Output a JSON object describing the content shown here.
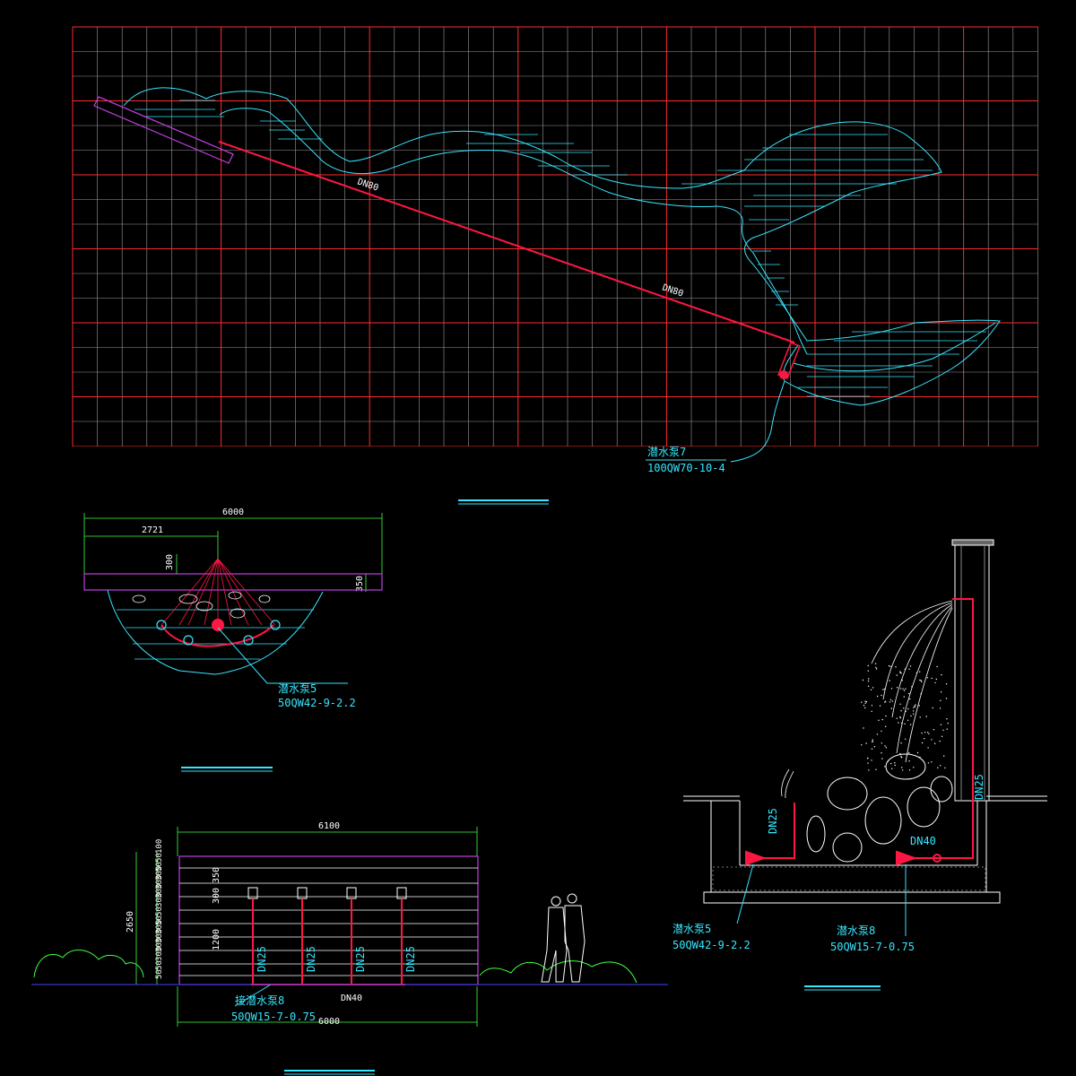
{
  "plan": {
    "pipe_label_1": "DN80",
    "pipe_label_2": "DN80",
    "pump_name": "潜水泵7",
    "pump_model": "100QW70-10-4"
  },
  "section_left": {
    "dim_total": "6000",
    "dim_offset": "2721",
    "dim_vertical": "300",
    "dim_wall": "350",
    "pump_name": "潜水泵5",
    "pump_model": "50QW42-9-2.2"
  },
  "elevation": {
    "dim_top": "6100",
    "dim_bottom": "6000",
    "dim_height": "2650",
    "dim_inner": "1200",
    "dim_top_inner": "350",
    "dim_inner2": "300",
    "pipe_labels": [
      "DN25",
      "DN25",
      "DN25",
      "DN25"
    ],
    "pipe_main": "DN40",
    "pump_name": "接潜水泵8",
    "pump_model": "50QW15-7-0.75",
    "row_dims": [
      "50",
      "50",
      "300",
      "300",
      "300",
      "300",
      "50",
      "50",
      "300",
      "300",
      "300",
      "300",
      "50",
      "50",
      "100"
    ]
  },
  "section_right": {
    "pipe_dn25_left": "DN25",
    "pipe_dn40": "DN40",
    "pipe_dn25_right": "DN25",
    "pump5_name": "潜水泵5",
    "pump5_model": "50QW42-9-2.2",
    "pump8_name": "潜水泵8",
    "pump8_model": "50QW15-7-0.75"
  },
  "colors": {
    "background": "#000000",
    "grid_red": "#ff2a2a",
    "grid_gray": "#9a9a9a",
    "water_cyan": "#37e6ff",
    "pipe_red": "#ff1744",
    "wall_magenta": "#c040e0",
    "dim_green": "#40ff40",
    "tree_green": "#40ff40",
    "label_white": "#ffffff"
  }
}
